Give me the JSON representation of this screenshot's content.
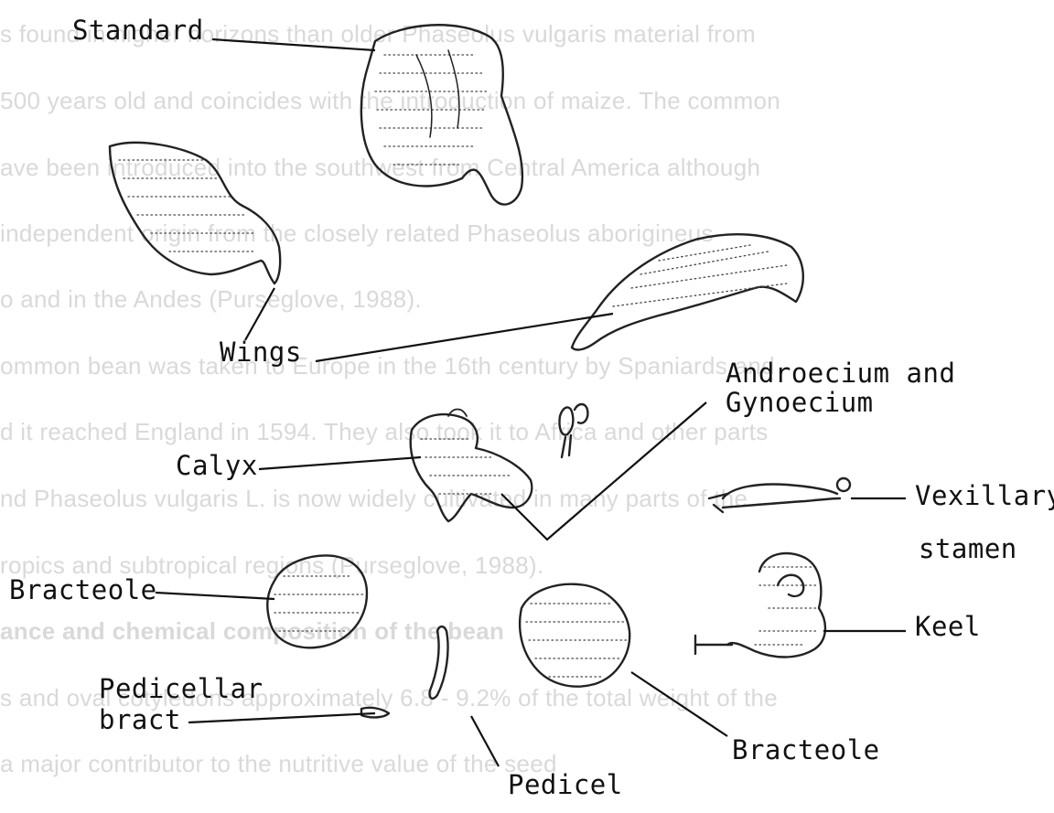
{
  "figure": {
    "labels": {
      "standard": "Standard",
      "wings": "Wings",
      "androecium": "Androecium and",
      "gynoecium": "Gynoecium",
      "calyx": "Calyx",
      "vexillary_1": "Vexillary",
      "vexillary_2": "stamen",
      "bracteole_left": "Bracteole",
      "keel": "Keel",
      "pedicellar_1": "Pedicellar",
      "pedicellar_2": "bract",
      "bracteole_right": "Bracteole",
      "pedicel": "Pedicel"
    }
  },
  "background_text": {
    "lines": [
      "s found in higher horizons than older Phaseolus vulgaris material from",
      "500 years old and coincides with the introduction of maize. The common",
      "ave been introduced into the southwest from Central America although",
      "independent origin from the closely related Phaseolus aborigineus",
      "o and in the Andes (Purseglove, 1988).",
      "ommon bean was taken to Europe in the 16th century by Spaniards and",
      "d it reached England in 1594. They also took it to Africa and other parts",
      "nd Phaseolus vulgaris L. is now widely cultivated in many parts of the",
      "ropics and subtropical regions (Purseglove, 1988).",
      "ance and chemical composition of the bean",
      "s and oval cotyledons approximately 6.8 - 9.2% of the total weight of the",
      "a major contributor to the nutritive value of the seed"
    ]
  },
  "colors": {
    "ink": "#111111",
    "bleed": "#d9d9d9",
    "paper": "#ffffff"
  }
}
